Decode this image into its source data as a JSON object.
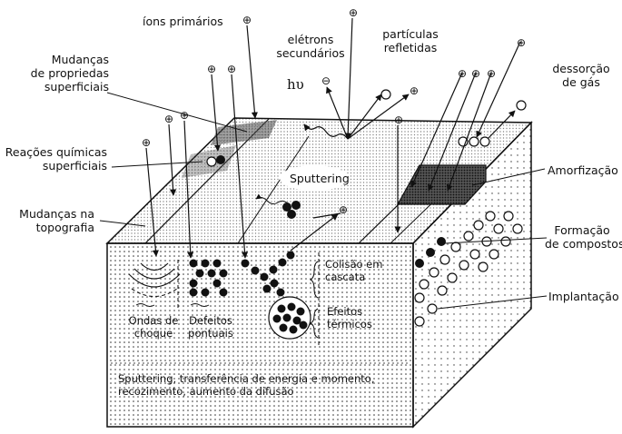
{
  "labels": {
    "ions": "íons primários",
    "mud_prop_1": "Mudanças",
    "mud_prop_2": "de propriedas",
    "mud_prop_3": "superficiais",
    "reacoes_1": "Reações químicas",
    "reacoes_2": "superficiais",
    "mud_topo_1": "Mudanças na",
    "mud_topo_2": "topografia",
    "eletrons_1": "elétrons",
    "eletrons_2": "secundários",
    "particulas_1": "partículas",
    "particulas_2": "refletidas",
    "hv": "hυ",
    "dessorcao_1": "dessorção",
    "dessorcao_2": "de gás",
    "sputtering": "Sputtering",
    "amorfizacao": "Amorfização",
    "formacao_1": "Formação",
    "formacao_2": "de compostos",
    "implantacao": "Implantação",
    "colisao_1": "Colisão em",
    "colisao_2": "cascata",
    "efeitos_1": "Efeitos",
    "efeitos_2": "térmicos",
    "ondas_1": "Ondas de",
    "ondas_2": "choque",
    "defeitos_1": "Defeitos",
    "defeitos_2": "pontuais",
    "bottom_1": "Sputtering, transferência de energia e momento,",
    "bottom_2": "recozimento, aumento da difusão",
    "plus": "⊕",
    "minus": "⊖"
  },
  "colors": {
    "ink": "#111111",
    "dot_fill": "#cfcfcf",
    "side_fill": "#d9d9d9",
    "dark_region": "#1a1a1a"
  }
}
